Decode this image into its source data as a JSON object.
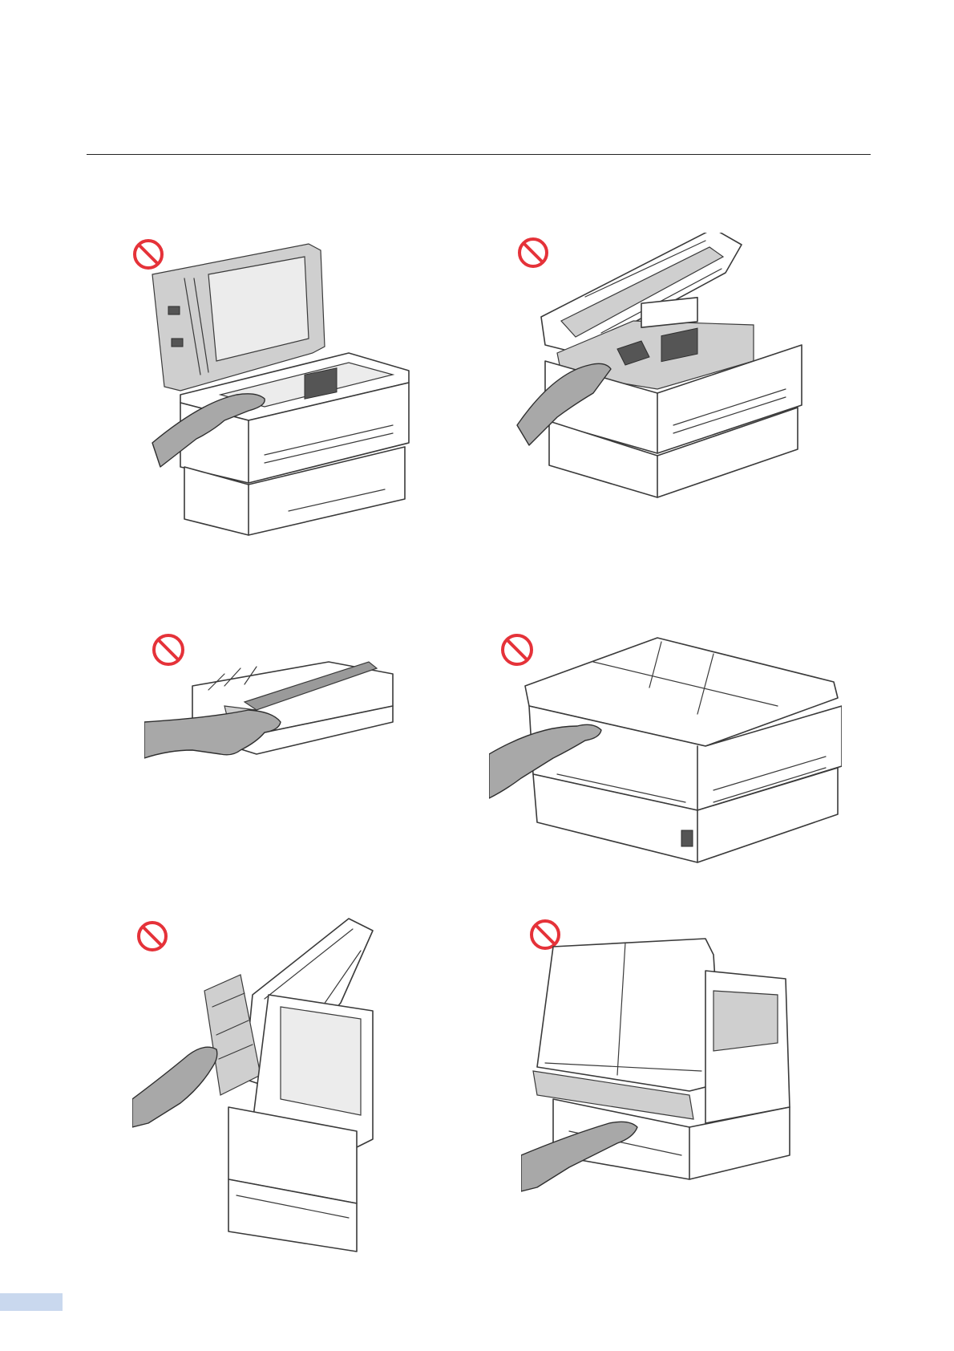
{
  "page": {
    "accent_color": "#e53239",
    "page_tab_color": "#c9d8ee"
  },
  "illustrations": [
    {
      "id": "scanner-cover-open",
      "icon": "prohibited-icon"
    },
    {
      "id": "top-cover-open",
      "icon": "prohibited-icon"
    },
    {
      "id": "paper-tray",
      "icon": "prohibited-icon"
    },
    {
      "id": "front-grip",
      "icon": "prohibited-icon"
    },
    {
      "id": "adf-side",
      "icon": "prohibited-icon"
    },
    {
      "id": "scanner-lid-tilted",
      "icon": "prohibited-icon"
    }
  ]
}
